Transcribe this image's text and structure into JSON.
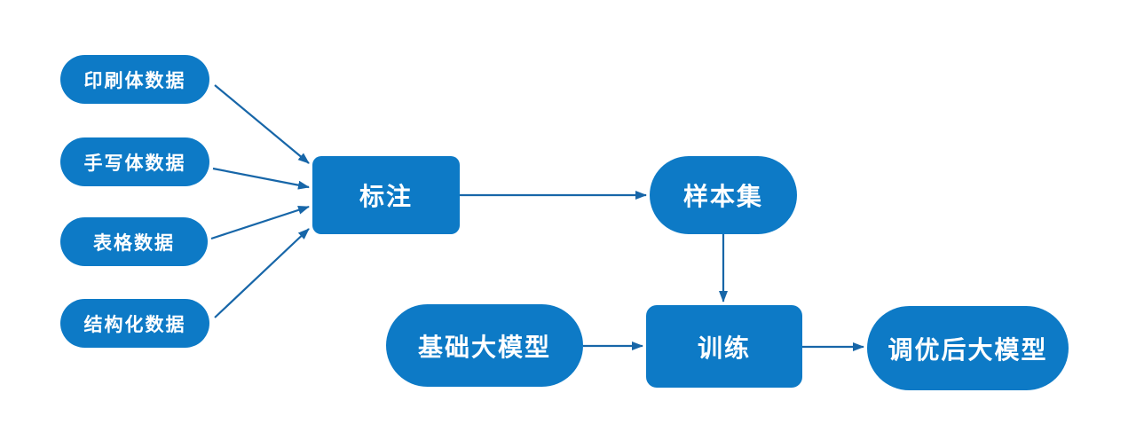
{
  "diagram": {
    "nodes": [
      {
        "id": "printed-data",
        "label": "印刷体数据",
        "shape": "pill"
      },
      {
        "id": "handwritten-data",
        "label": "手写体数据",
        "shape": "pill"
      },
      {
        "id": "table-data",
        "label": "表格数据",
        "shape": "pill"
      },
      {
        "id": "structured-data",
        "label": "结构化数据",
        "shape": "pill"
      },
      {
        "id": "annotation",
        "label": "标注",
        "shape": "rect"
      },
      {
        "id": "sample-set",
        "label": "样本集",
        "shape": "pill"
      },
      {
        "id": "base-model",
        "label": "基础大模型",
        "shape": "pill"
      },
      {
        "id": "training",
        "label": "训练",
        "shape": "rect"
      },
      {
        "id": "tuned-model",
        "label": "调优后大模型",
        "shape": "pill"
      }
    ],
    "edges": [
      {
        "from": "printed-data",
        "to": "annotation"
      },
      {
        "from": "handwritten-data",
        "to": "annotation"
      },
      {
        "from": "table-data",
        "to": "annotation"
      },
      {
        "from": "structured-data",
        "to": "annotation"
      },
      {
        "from": "annotation",
        "to": "sample-set"
      },
      {
        "from": "sample-set",
        "to": "training"
      },
      {
        "from": "base-model",
        "to": "training"
      },
      {
        "from": "training",
        "to": "tuned-model"
      }
    ]
  },
  "colors": {
    "node_fill": "#0d7ac6",
    "arrow": "#1766a8",
    "text": "#ffffff",
    "background": "#ffffff"
  }
}
